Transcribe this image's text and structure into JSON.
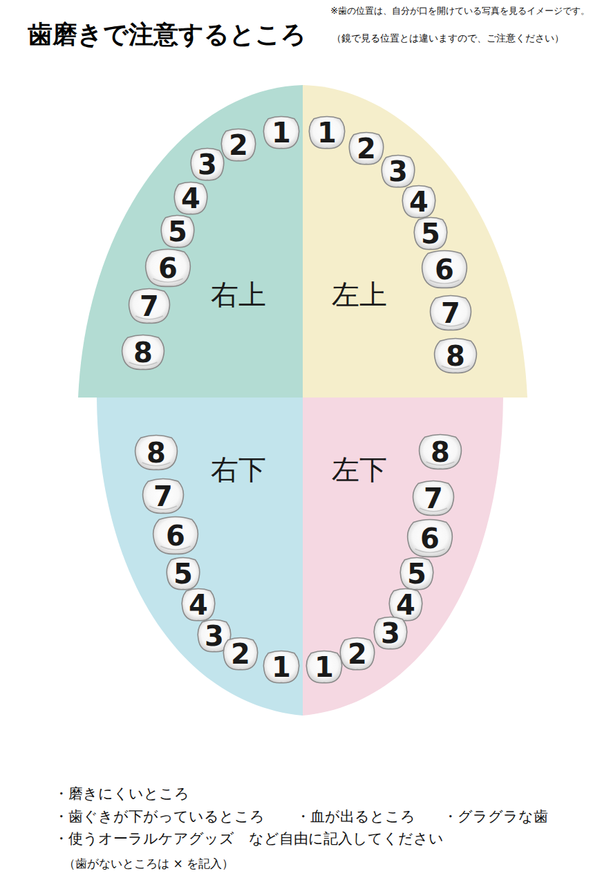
{
  "diagram": {
    "title": "歯磨きで注意するところ",
    "nodes": [
      {
        "text": [
          "右上"
        ]
      },
      {
        "text": [
          "1"
        ],
        "in": 0
      },
      {
        "text": [
          "2"
        ],
        "in": 0
      },
      {
        "text": [
          "3"
        ],
        "in": 0
      },
      {
        "text": [
          "4"
        ],
        "in": 0
      },
      {
        "text": [
          "5"
        ],
        "in": 0
      },
      {
        "text": [
          "6"
        ],
        "in": 0
      },
      {
        "text": [
          "7"
        ],
        "in": 0
      },
      {
        "text": [
          "8"
        ],
        "in": 0
      },
      {
        "text": [
          "左上"
        ]
      },
      {
        "text": [
          "1"
        ],
        "in": 9
      },
      {
        "text": [
          "2"
        ],
        "in": 9
      },
      {
        "text": [
          "3"
        ],
        "in": 9
      },
      {
        "text": [
          "4"
        ],
        "in": 9
      },
      {
        "text": [
          "5"
        ],
        "in": 9
      },
      {
        "text": [
          "6"
        ],
        "in": 9
      },
      {
        "text": [
          "7"
        ],
        "in": 9
      },
      {
        "text": [
          "8"
        ],
        "in": 9
      },
      {
        "text": [
          "右下"
        ]
      },
      {
        "text": [
          "8"
        ],
        "in": 18
      },
      {
        "text": [
          "7"
        ],
        "in": 18
      },
      {
        "text": [
          "6"
        ],
        "in": 18
      },
      {
        "text": [
          "5"
        ],
        "in": 18
      },
      {
        "text": [
          "4"
        ],
        "in": 18
      },
      {
        "text": [
          "3"
        ],
        "in": 18
      },
      {
        "text": [
          "2"
        ],
        "in": 18
      },
      {
        "text": [
          "1"
        ],
        "in": 18
      },
      {
        "text": [
          "左下"
        ]
      },
      {
        "text": [
          "8"
        ],
        "in": 27
      },
      {
        "text": [
          "7"
        ],
        "in": 27
      },
      {
        "text": [
          "6"
        ],
        "in": 27
      },
      {
        "text": [
          "5"
        ],
        "in": 27
      },
      {
        "text": [
          "4"
        ],
        "in": 27
      },
      {
        "text": [
          "3"
        ],
        "in": 27
      },
      {
        "text": [
          "2"
        ],
        "in": 27
      },
      {
        "text": [
          "1"
        ],
        "in": 27
      }
    ],
    "labels": [
      "※歯の位置は、自分が口を開けている写真を見るイメージです。",
      "（鏡で見る位置とは違いますので、ご注意ください）",
      "・磨きにくいところ",
      "・歯ぐきが下がっているところ",
      "・血が出るところ",
      "・グラグラな歯",
      "・使うオーラルケアグッズ　など自由に記入してください",
      "（歯がないところは × を記入）"
    ]
  }
}
